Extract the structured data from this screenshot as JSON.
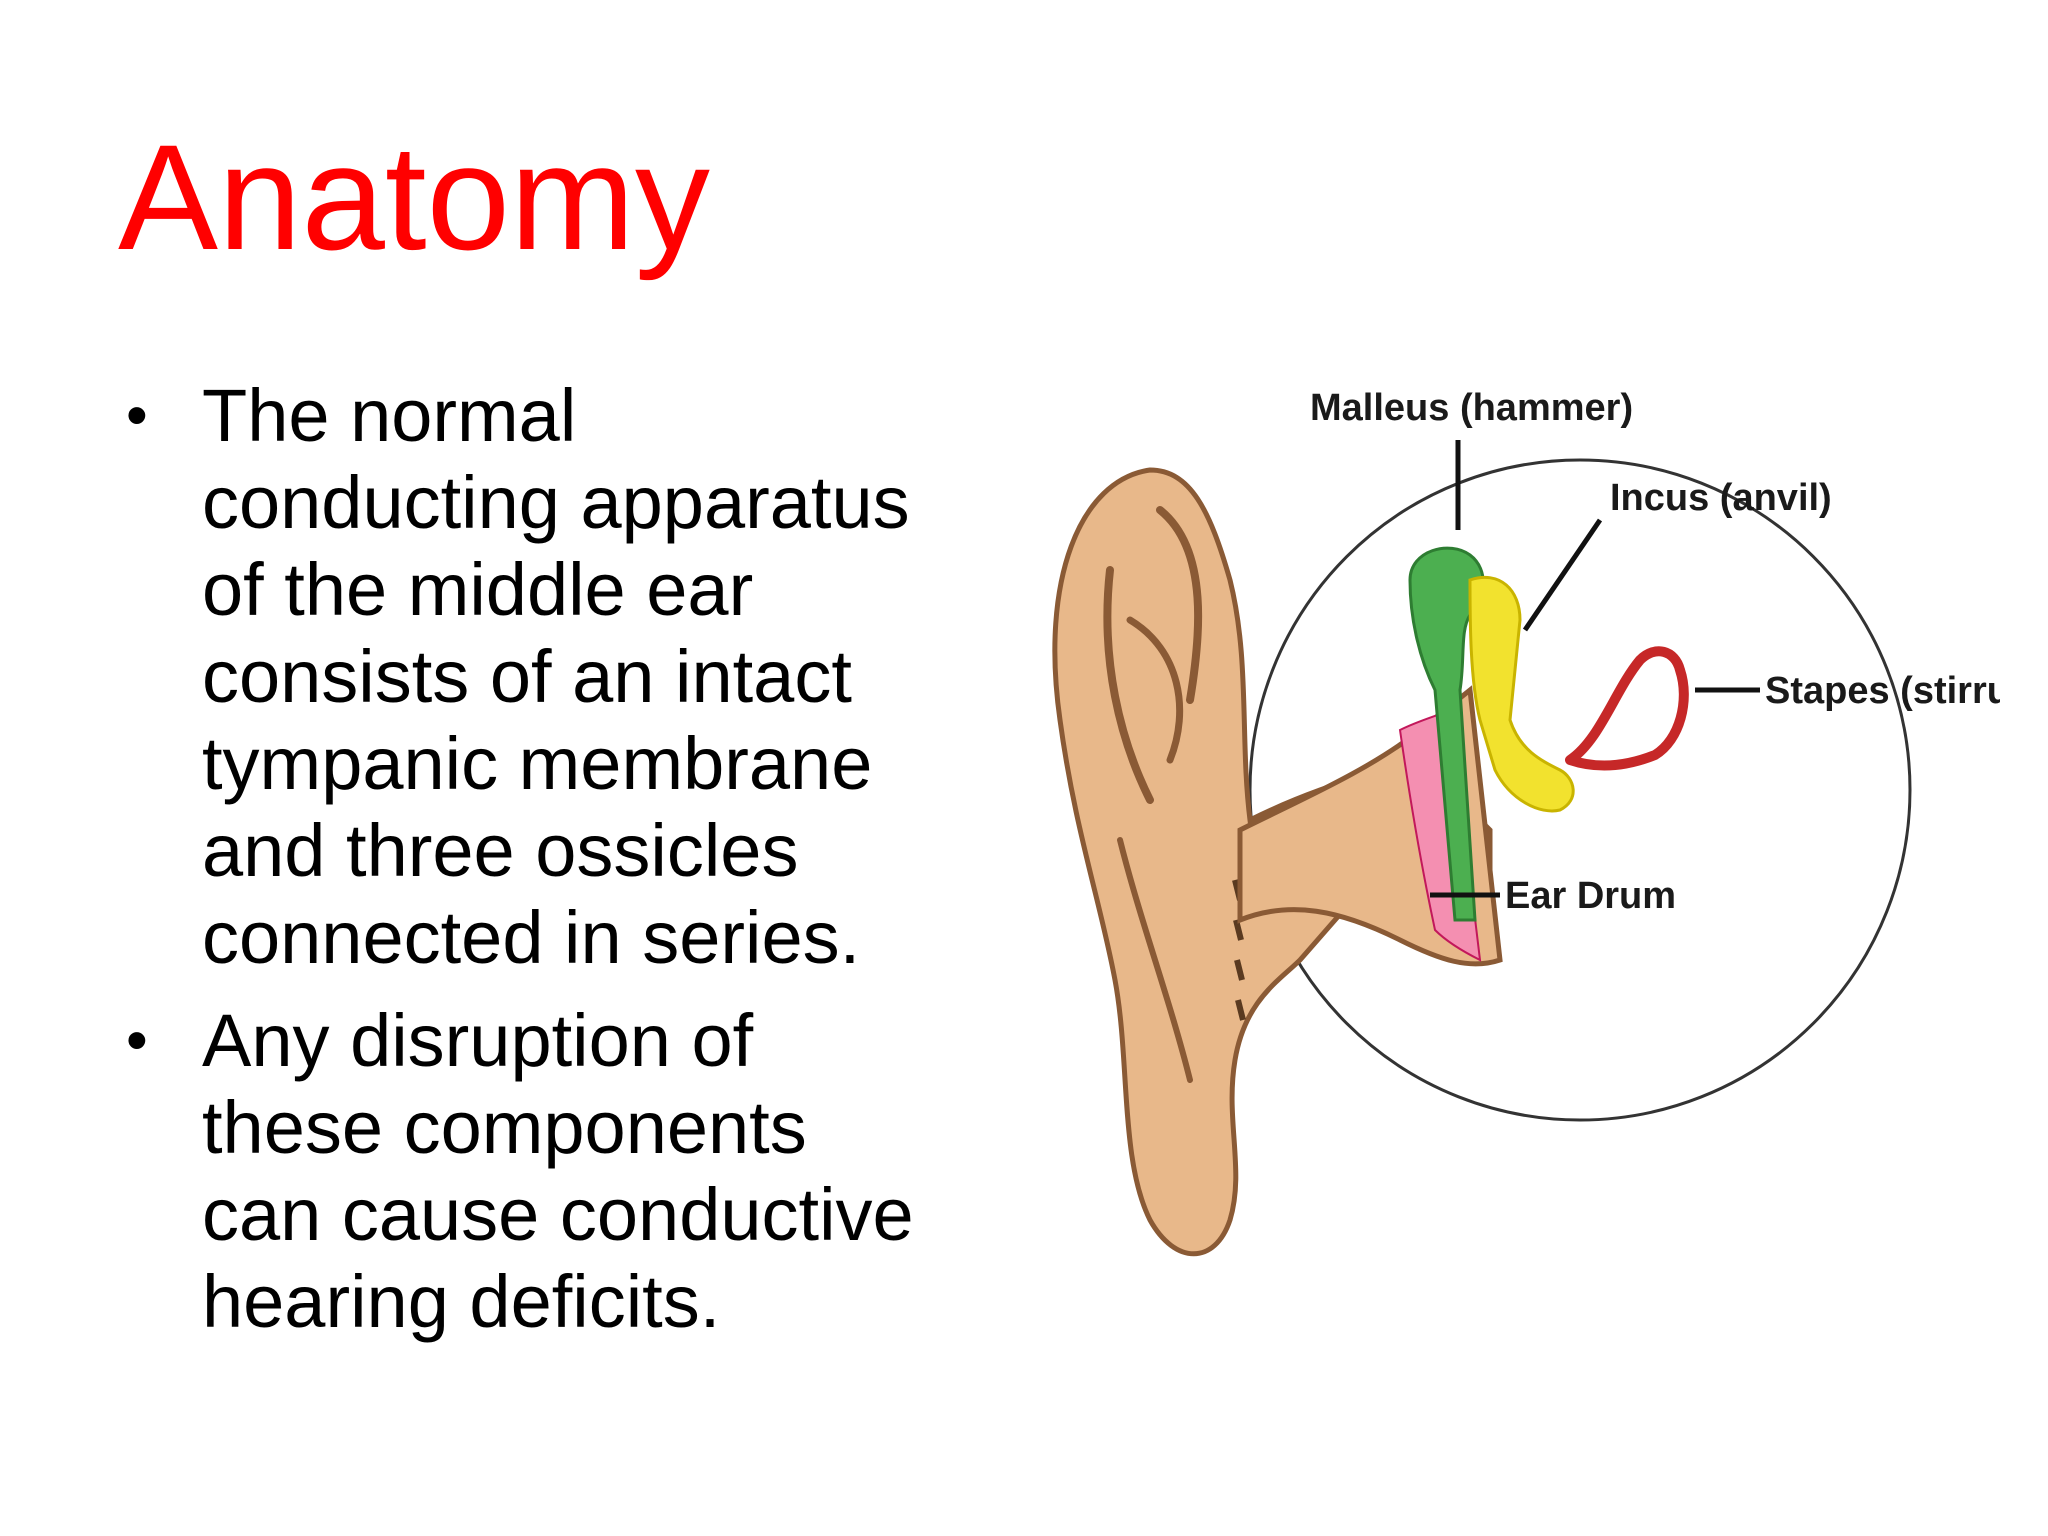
{
  "slide": {
    "title": "Anatomy",
    "title_color": "#ff0000",
    "bullets": [
      {
        "lines": [
          "The normal",
          "conducting apparatus",
          "of the middle ear",
          "consists of an intact",
          "tympanic membrane",
          "and three ossicles",
          "connected in series."
        ]
      },
      {
        "lines": [
          "Any disruption of",
          "these components",
          "can cause conductive",
          "hearing deficits."
        ]
      }
    ]
  },
  "figure": {
    "labels": {
      "malleus": "Malleus (hammer)",
      "incus": "Incus (anvil)",
      "stapes": "Stapes (stirrup)",
      "ear_drum": "Ear Drum"
    },
    "colors": {
      "skin": "#e8b88a",
      "skin_outline": "#8a5a35",
      "malleus": "#4caf50",
      "incus": "#f2e22e",
      "stapes": "#c62828",
      "ear_drum": "#f48fb1"
    }
  }
}
